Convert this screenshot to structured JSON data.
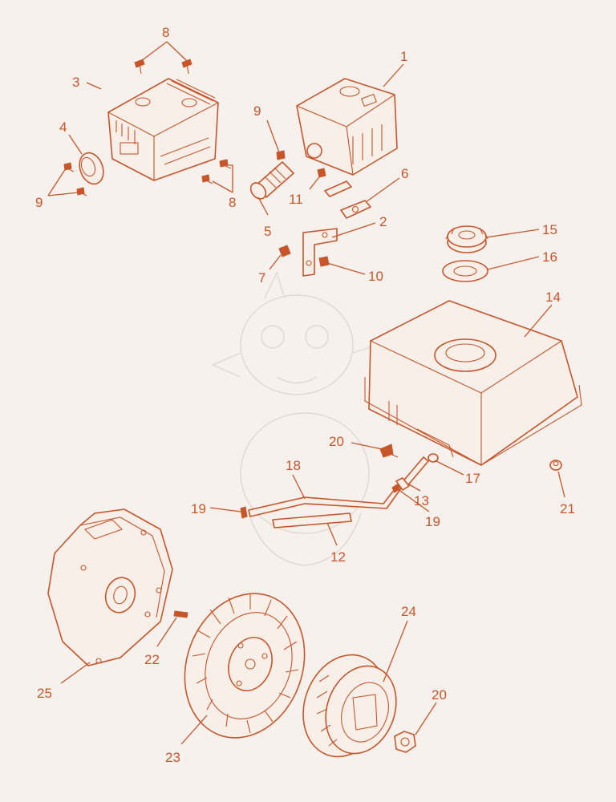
{
  "callouts": {
    "c1": "1",
    "c2": "2",
    "c3": "3",
    "c4": "4",
    "c5": "5",
    "c6": "6",
    "c7": "7",
    "c8a": "8",
    "c8b": "8",
    "c9a": "9",
    "c9b": "9",
    "c10": "10",
    "c11": "11",
    "c12": "12",
    "c13": "13",
    "c14": "14",
    "c15": "15",
    "c16": "16",
    "c17": "17",
    "c18": "18",
    "c19a": "19",
    "c19b": "19",
    "c20a": "20",
    "c20b": "20",
    "c21": "21",
    "c22": "22",
    "c23": "23",
    "c24": "24",
    "c25": "25"
  },
  "colors": {
    "ink": "#c8552a",
    "background": "#f6f1ed",
    "watermark": "#e2d7d0"
  }
}
